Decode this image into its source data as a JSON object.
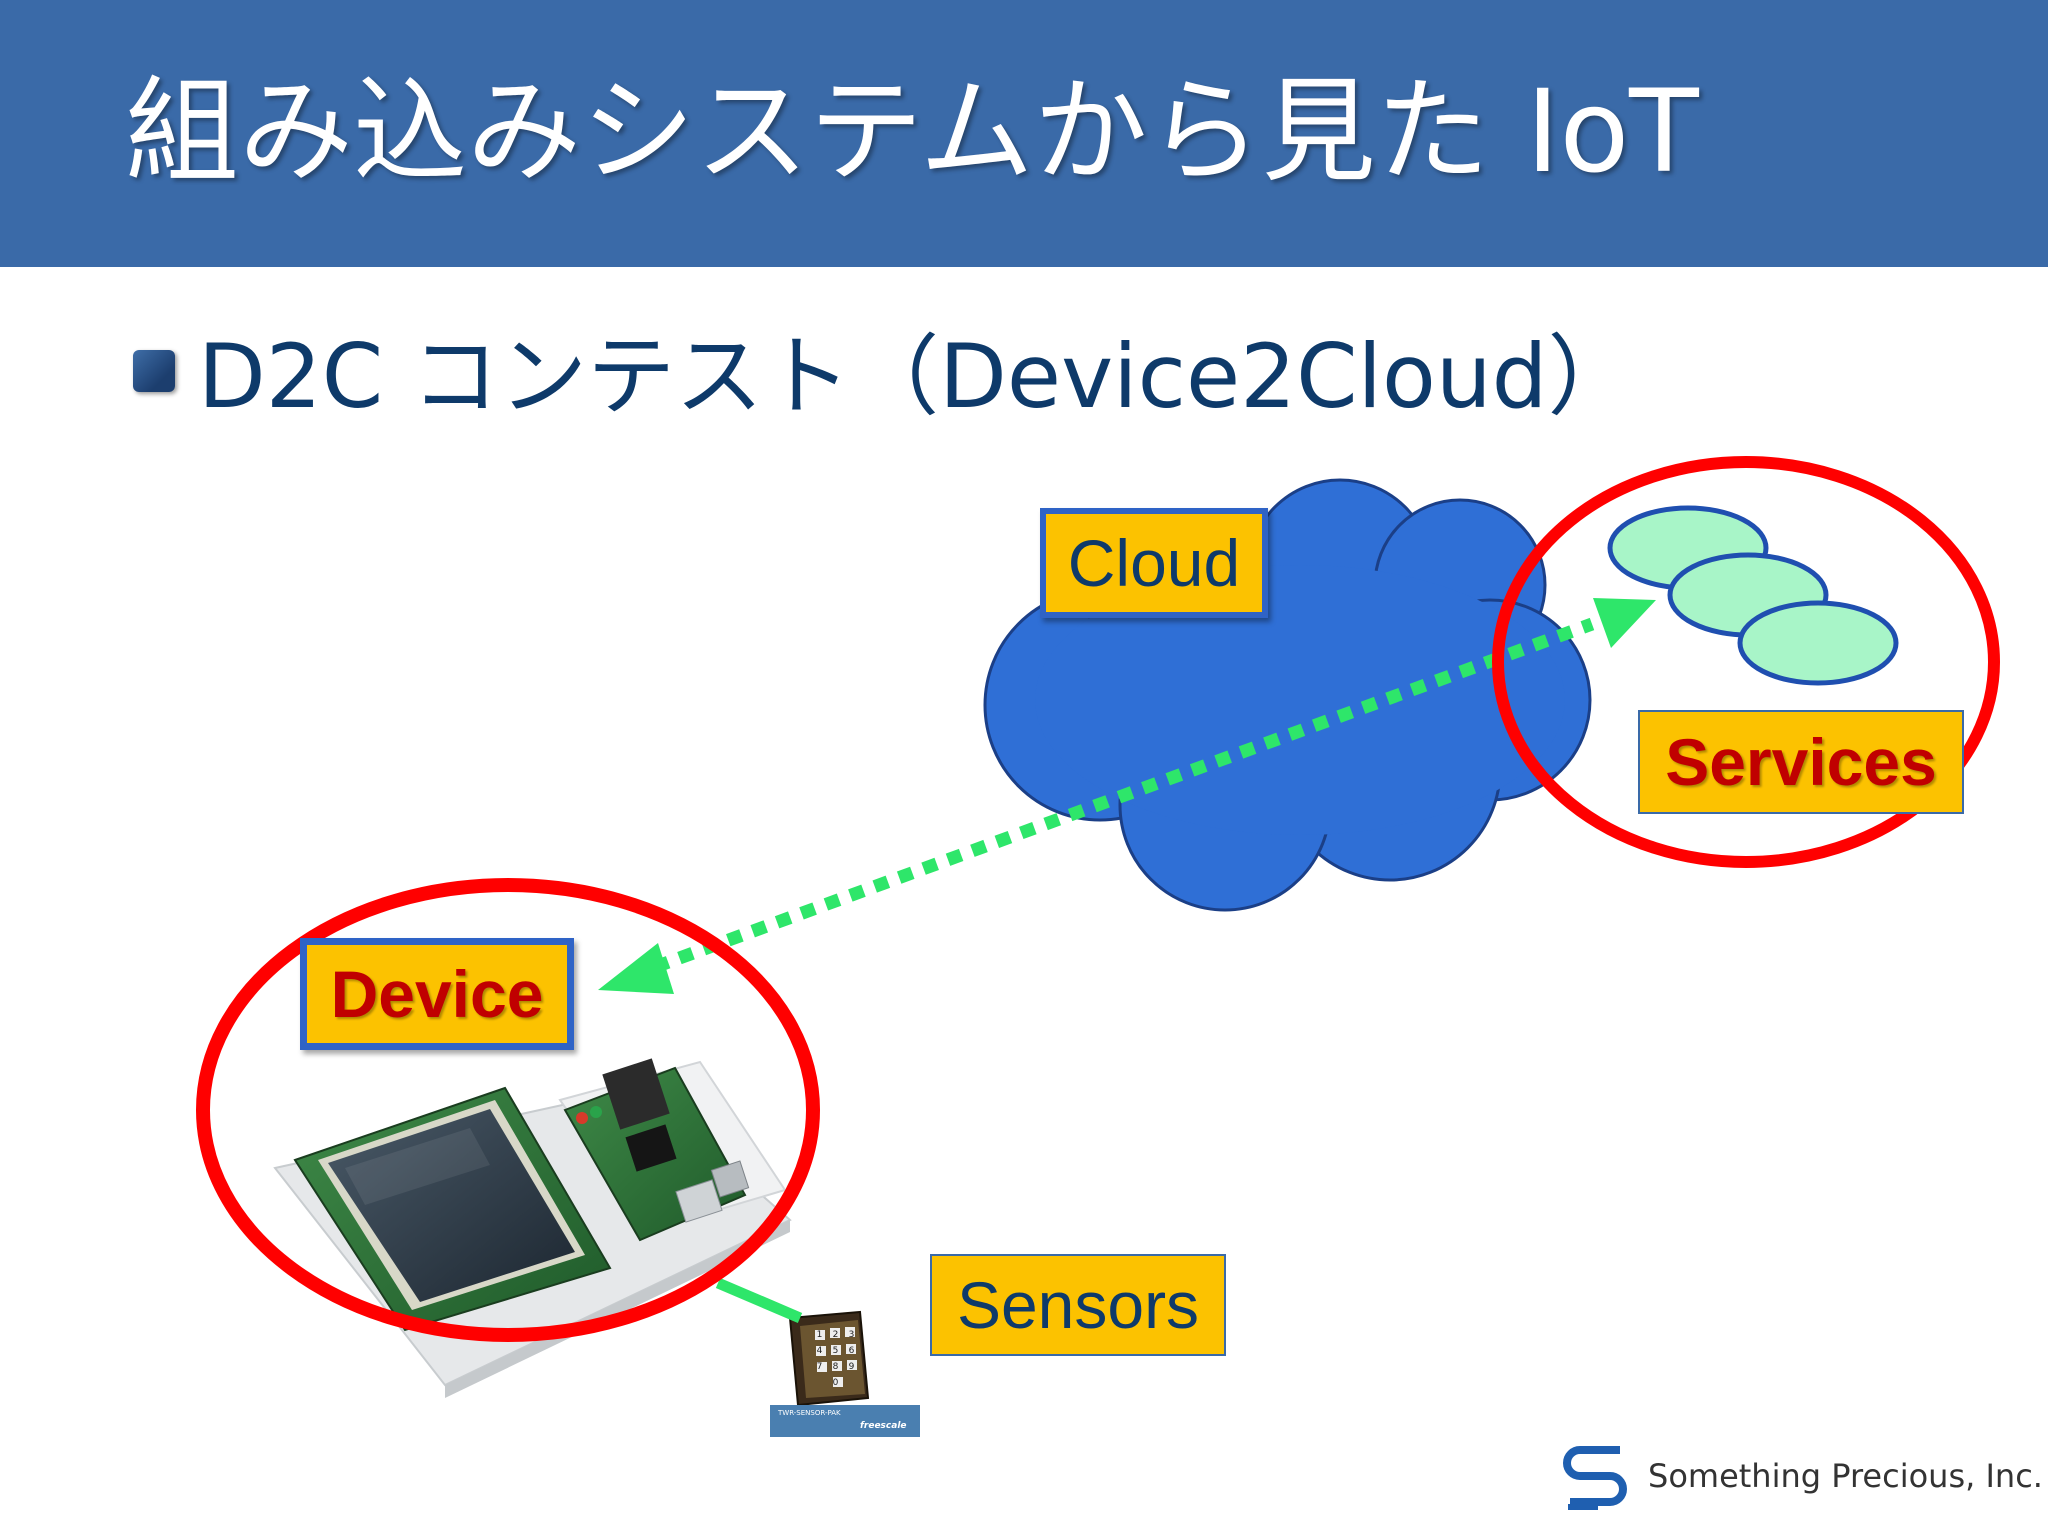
{
  "slide": {
    "title": "組み込みシステムから見た IoT",
    "bullet": "D2C コンテスト（Device2Cloud）"
  },
  "diagram": {
    "cloud_label": "Cloud",
    "services_label": "Services",
    "device_label": "Device",
    "sensors_label": "Sensors",
    "sensor_module": {
      "keypad_keys": [
        "1",
        "2",
        "3",
        "4",
        "5",
        "6",
        "7",
        "8",
        "9",
        "0"
      ],
      "caption": "TWR-SENSOR-PAK",
      "brand": "freescale"
    }
  },
  "footer": {
    "company": "Something Precious, Inc."
  },
  "colors": {
    "title_bar": "#3a6aa8",
    "cloud_fill": "#2f6fd6",
    "label_fill": "#fcc200",
    "highlight_ring": "#ff0000",
    "connection_arrow": "#2ee66a",
    "service_ellipse": "#a8f5c8"
  },
  "icons": [
    "bullet-square-icon",
    "cloud-icon",
    "service-ellipse-icon",
    "device-board-icon",
    "sensor-module-icon",
    "company-logo-icon"
  ]
}
